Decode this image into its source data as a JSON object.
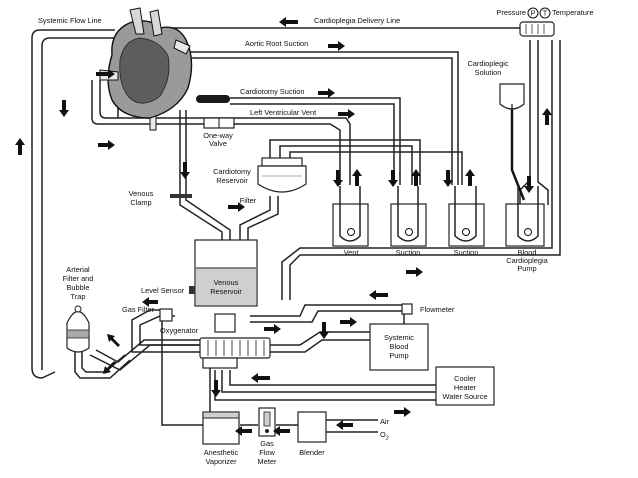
{
  "labels": {
    "systemic_flow_line": "Systemic Flow Line",
    "cardioplegia_delivery_line": "Cardioplegia Delivery Line",
    "pressure": "Pressure",
    "pressure_symbol": "P",
    "temperature_symbol": "T",
    "temperature": "Temperature",
    "aortic_root_suction": "Aortic Root Suction",
    "cardioplegic_solution_1": "Cardioplegic",
    "cardioplegic_solution_2": "Solution",
    "cardiotomy_suction": "Cardiotomy Suction",
    "left_ventricular_vent": "Left Ventricular Vent",
    "one_way_valve_1": "One-way",
    "one_way_valve_2": "Valve",
    "cardiotomy_reservoir_1": "Cardiotomy",
    "cardiotomy_reservoir_2": "Reservoir",
    "venous_clamp_1": "Venous",
    "venous_clamp_2": "Clamp",
    "filter": "Filter",
    "vent": "Vent",
    "suction_1": "Suction",
    "suction_2": "Suction",
    "blood_cardioplegia_pump_1": "Blood",
    "blood_cardioplegia_pump_2": "Cardioplegia",
    "blood_cardioplegia_pump_3": "Pump",
    "arterial_filter_1": "Arterial",
    "arterial_filter_2": "Filter and",
    "arterial_filter_3": "Bubble",
    "arterial_filter_4": "Trap",
    "level_sensor": "Level Sensor",
    "venous_reservoir_1": "Venous",
    "venous_reservoir_2": "Reservoir",
    "gas_filter": "Gas Filter",
    "flowmeter": "Flowmeter",
    "oxygenator": "Oxygenator",
    "systemic_blood_pump_1": "Systemic",
    "systemic_blood_pump_2": "Blood",
    "systemic_blood_pump_3": "Pump",
    "cooler_1": "Cooler",
    "cooler_2": "Heater",
    "cooler_3": "Water Source",
    "air": "Air",
    "o2": "O",
    "o2_sub": "2",
    "anesthetic_vaporizer_1": "Anesthetic",
    "anesthetic_vaporizer_2": "Vaporizer",
    "gas_flow_meter_1": "Gas",
    "gas_flow_meter_2": "Flow",
    "gas_flow_meter_3": "Meter",
    "blender": "Blender"
  }
}
